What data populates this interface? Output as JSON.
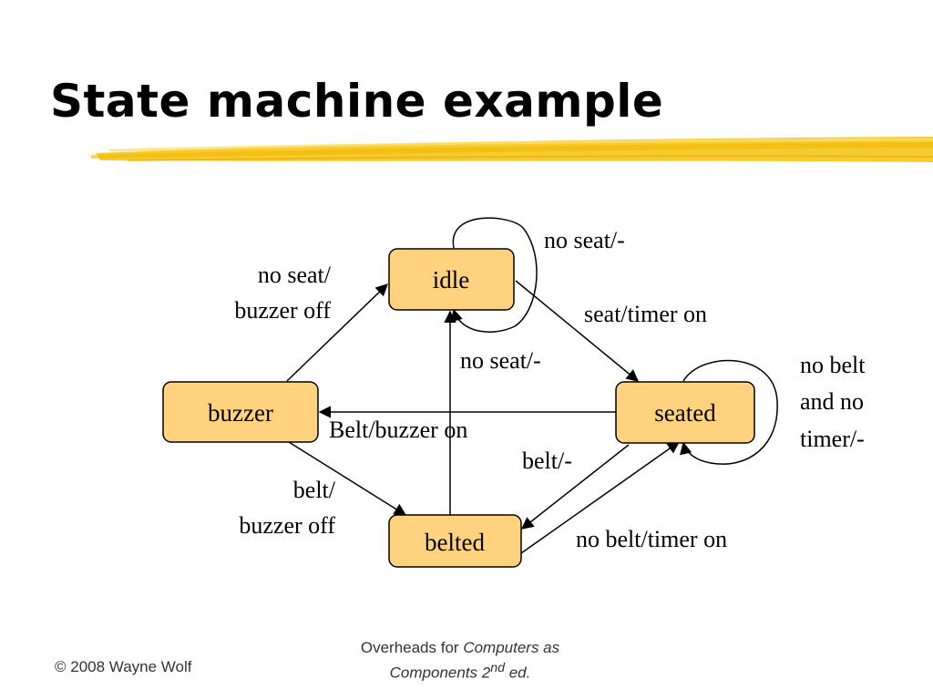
{
  "slide": {
    "title": "State machine example",
    "accent_color": "#F5C518"
  },
  "states": {
    "idle": "idle",
    "buzzer": "buzzer",
    "seated": "seated",
    "belted": "belted"
  },
  "transitions": {
    "idle_self": "no seat/-",
    "idle_to_seated": "seat/timer on",
    "buzzer_to_idle_line1": "no seat/",
    "buzzer_to_idle_line2": "buzzer off",
    "belted_to_idle": "no seat/-",
    "seated_self_line1": "no belt",
    "seated_self_line2": "and no",
    "seated_self_line3": "timer/-",
    "seated_to_buzzer": "Belt/buzzer on",
    "seated_to_belted": "belt/-",
    "buzzer_to_belted_line1": "belt/",
    "buzzer_to_belted_line2": "buzzer off",
    "belted_to_seated": "no belt/timer on"
  },
  "footer": {
    "copyright": "© 2008 Wayne Wolf",
    "overheads_prefix": "Overheads for ",
    "book_title_1": "Computers as",
    "book_title_2": "Components 2",
    "edition_sup": "nd",
    "edition_suffix": " ed."
  }
}
